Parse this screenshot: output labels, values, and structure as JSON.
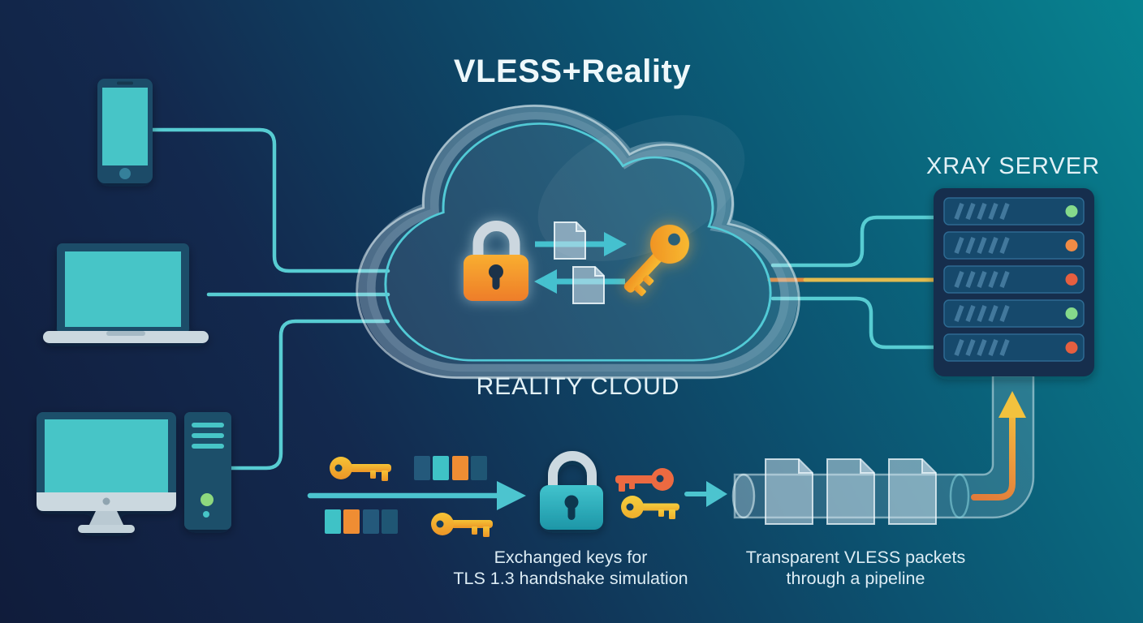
{
  "title": "VLESS+Reality",
  "cloud": {
    "label": "REALITY CLOUD",
    "icons": [
      "orange-lock",
      "document-exchange-arrows",
      "gold-key"
    ]
  },
  "server": {
    "label": "XRAY SERVER",
    "slot_count": 5,
    "leds": [
      "#85da8b",
      "#f08b45",
      "#e55f40",
      "#85da8b",
      "#e55f40"
    ]
  },
  "devices": [
    {
      "name": "smartphone"
    },
    {
      "name": "laptop"
    },
    {
      "name": "desktop-with-tower"
    }
  ],
  "handshake": {
    "caption_line1": "Exchanged keys for",
    "caption_line2": "TLS 1.3 handshake simulation",
    "blocks_top": [
      "#24597b",
      "#3fc2c6",
      "#ef8d33",
      "#1f5674"
    ],
    "blocks_bottom": [
      "#3fc2c6",
      "#ef8d33",
      "#24597b",
      "#1f5674"
    ]
  },
  "pipeline": {
    "caption_line1": "Transparent VLESS packets",
    "caption_line2": "through a pipeline",
    "packet_count": 3
  },
  "colors": {
    "background_dark": "#111d3e",
    "background_teal": "#078390",
    "connector_cyan": "#57ccd2",
    "connector_yellow": "#e2bb4f",
    "connector_orange": "#e0883c",
    "device_screen": "#46c5c7",
    "device_body": "#1a4c68",
    "silver": "#cbd8df",
    "lock_orange": "#f09326",
    "lock_teal": "#2fb3c0",
    "key_gold": "#f5b32f",
    "key_red": "#ec6a41",
    "key_yellow": "#f0c737",
    "text": "#e3f1f7"
  }
}
